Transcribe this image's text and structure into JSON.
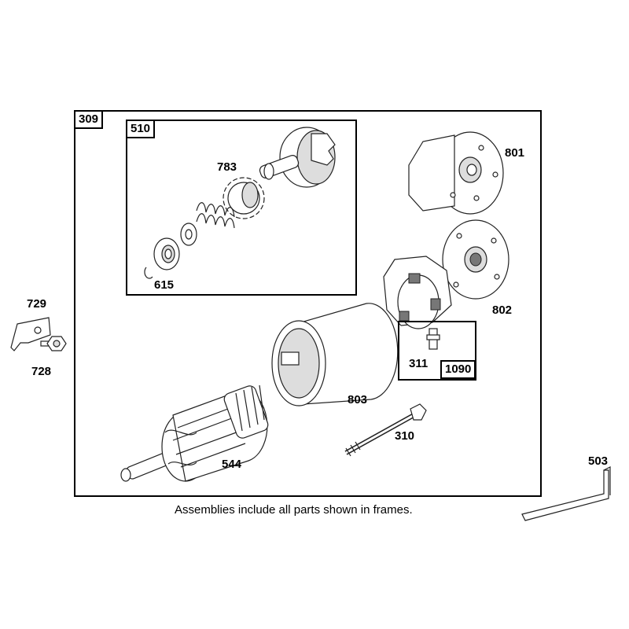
{
  "frames": {
    "main": "309",
    "drive": "510",
    "brush": "1090"
  },
  "parts": {
    "p783": "783",
    "p615": "615",
    "p801": "801",
    "p802": "802",
    "p311": "311",
    "p729": "729",
    "p728": "728",
    "p803": "803",
    "p310": "310",
    "p544": "544",
    "p503": "503"
  },
  "footnote": "Assemblies include all parts shown in frames."
}
